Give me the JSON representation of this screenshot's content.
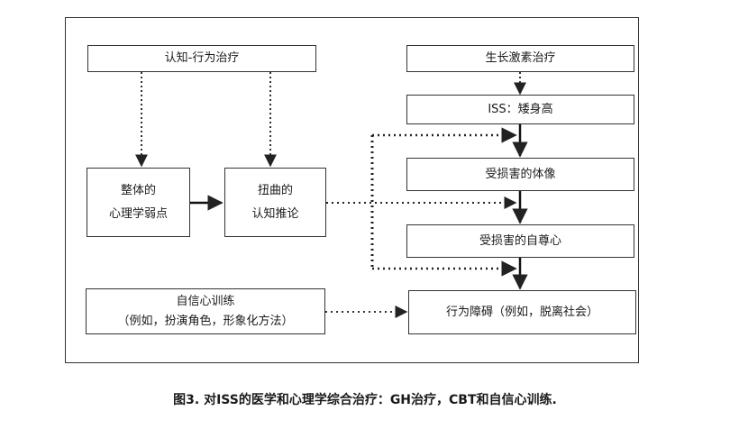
{
  "boxes": {
    "cbt": "认知-行为治疗",
    "gh": "生长激素治疗",
    "iss": "ISS：矮身高",
    "weakness_line1": "整体的",
    "weakness_line2": "心理学弱点",
    "distorted_line1": "扭曲的",
    "distorted_line2": "认知推论",
    "body_image": "受损害的体像",
    "self_esteem": "受损害的自尊心",
    "confidence_line1": "自信心训练",
    "confidence_line2": "（例如，扮演角色，形象化方法）",
    "behavior": "行为障碍（例如，脱离社会）"
  },
  "caption": "图3. 对ISS的医学和心理学综合治疗：GH治疗，CBT和自信心训练."
}
